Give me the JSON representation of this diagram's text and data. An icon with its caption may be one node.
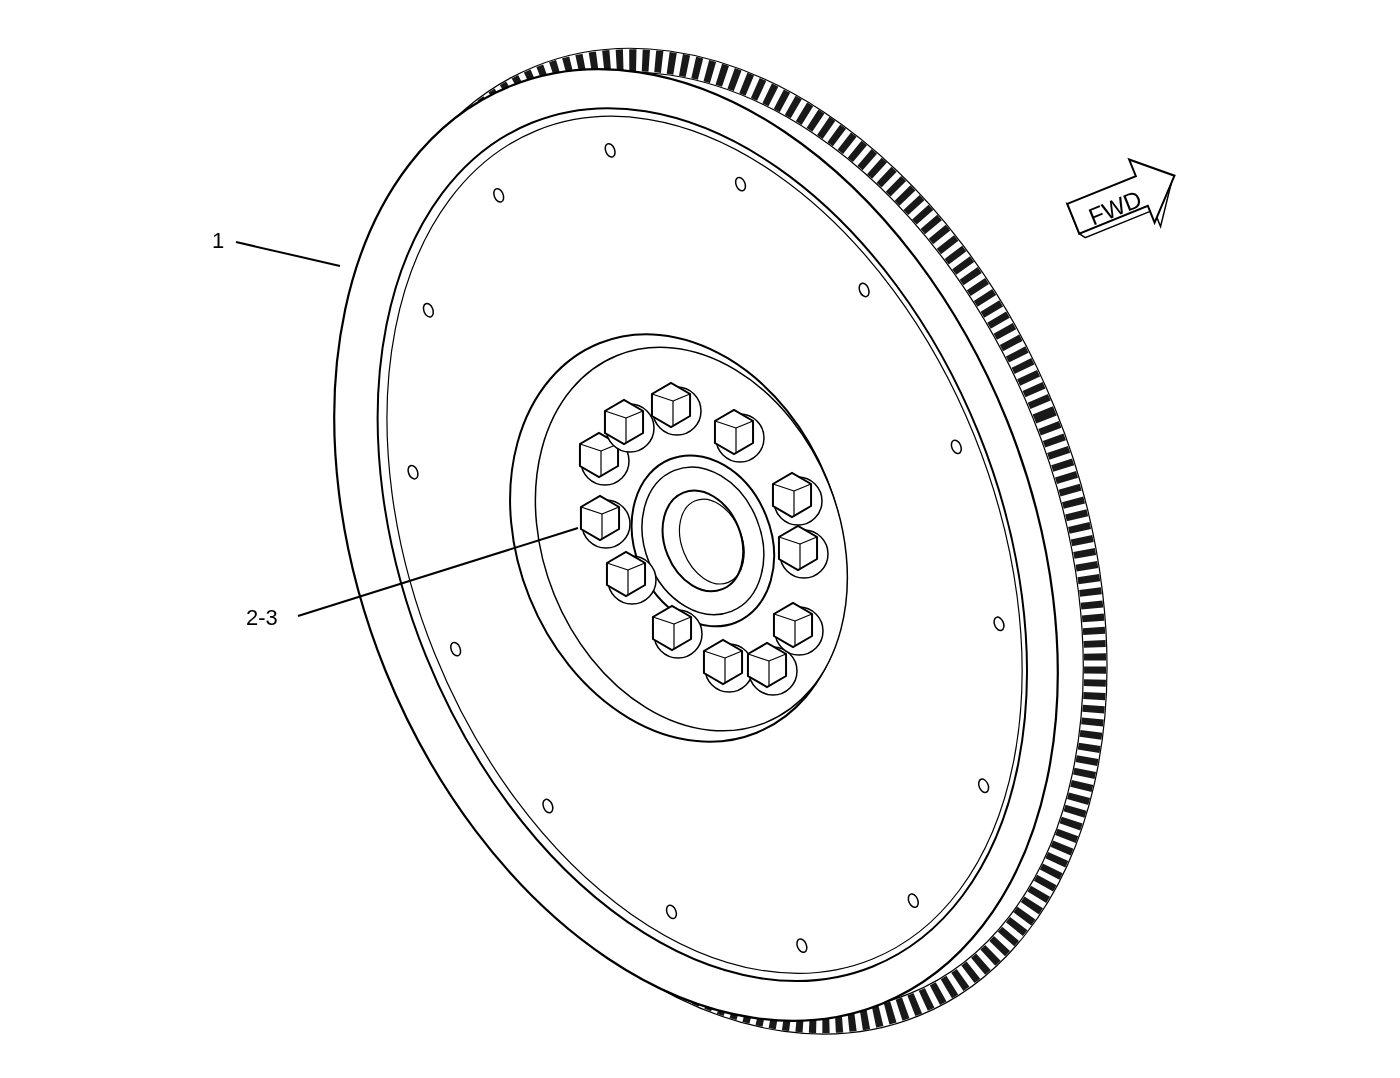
{
  "diagram": {
    "nodes": [
      {
        "text": [
          "1"
        ]
      },
      {
        "text": [],
        "shape": "picture"
      },
      {
        "text": [
          "2-3"
        ]
      },
      {
        "text": [],
        "shape": "picture",
        "in": 1
      }
    ],
    "edges": [
      {
        "from": 0,
        "to": 1,
        "arrow": "none"
      },
      {
        "from": 2,
        "to": 3,
        "arrow": "none"
      }
    ],
    "labels": [
      "FWD"
    ]
  }
}
